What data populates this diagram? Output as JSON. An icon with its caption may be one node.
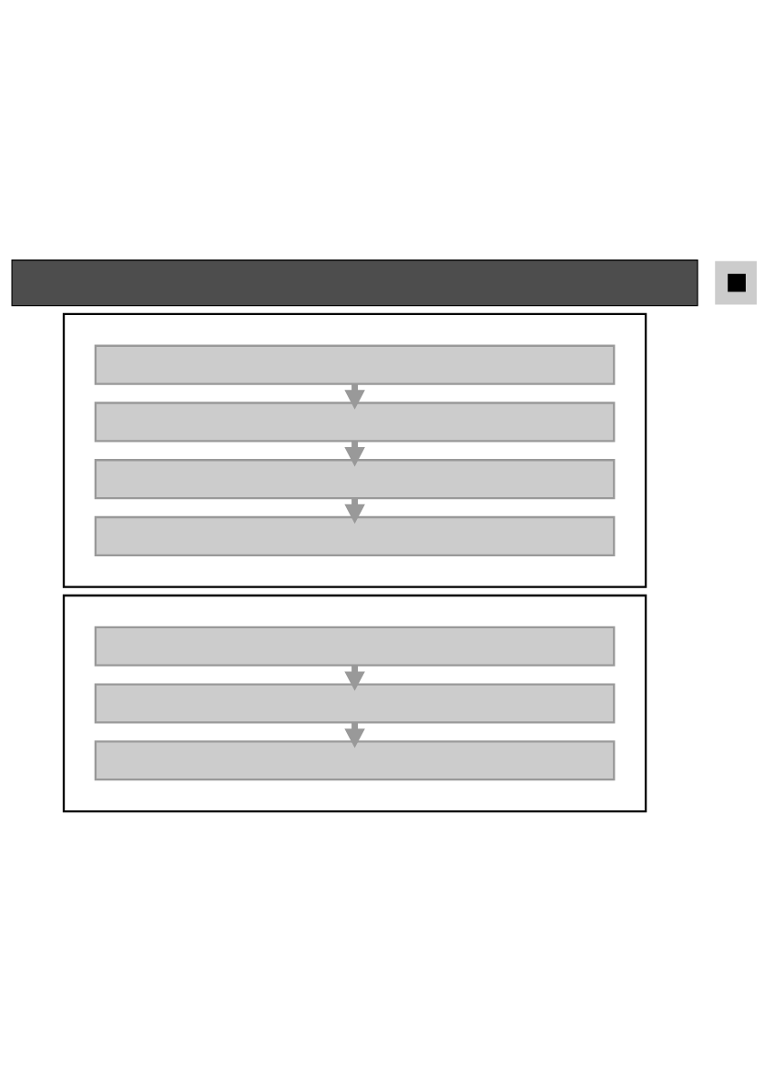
{
  "diagram": {
    "nodes": [
      {
        "text": [],
        "shape": "bar"
      },
      {
        "text": [],
        "shape": "box"
      },
      {
        "text": [],
        "shape": "box"
      },
      {
        "text": [],
        "shape": "bar",
        "in": 2
      },
      {
        "text": [],
        "shape": "bar",
        "in": 2
      },
      {
        "text": [],
        "shape": "bar",
        "in": 2
      },
      {
        "text": [],
        "shape": "bar",
        "in": 2
      },
      {
        "text": [],
        "shape": "box"
      },
      {
        "text": [],
        "shape": "bar",
        "in": 7
      },
      {
        "text": [],
        "shape": "bar",
        "in": 7
      },
      {
        "text": [],
        "shape": "bar",
        "in": 7
      }
    ],
    "edges": [
      {
        "from": 3,
        "to": 4,
        "arrow": "to"
      },
      {
        "from": 4,
        "to": 5,
        "arrow": "to"
      },
      {
        "from": 5,
        "to": 6,
        "arrow": "to"
      },
      {
        "from": 8,
        "to": 9,
        "arrow": "to"
      },
      {
        "from": 9,
        "to": 10,
        "arrow": "to"
      }
    ]
  }
}
